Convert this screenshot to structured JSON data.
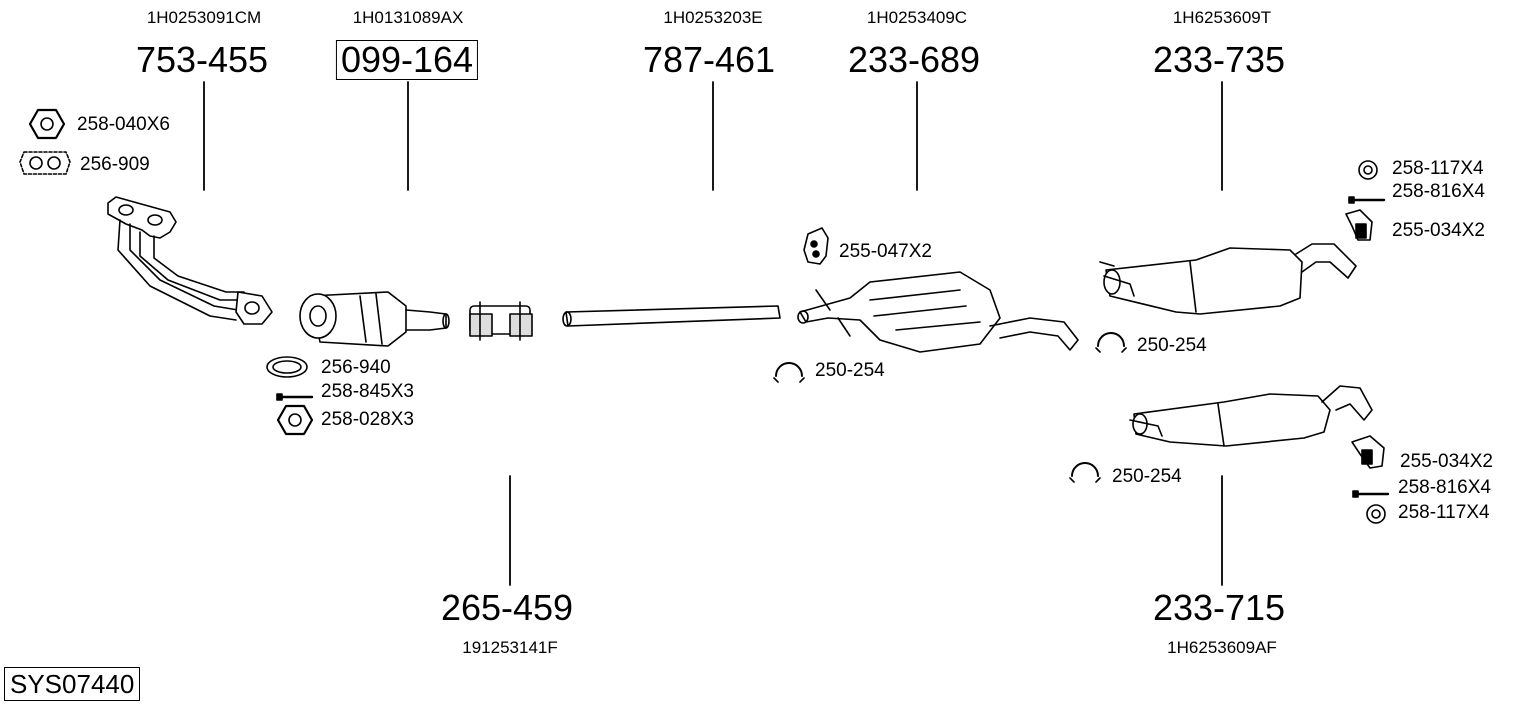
{
  "system_code": "SYS07440",
  "main_parts": [
    {
      "number": "753-455",
      "oem": "1H0253091CM",
      "boxed": false
    },
    {
      "number": "099-164",
      "oem": "1H0131089AX",
      "boxed": true
    },
    {
      "number": "787-461",
      "oem": "1H0253203E",
      "boxed": false
    },
    {
      "number": "233-689",
      "oem": "1H0253409C",
      "boxed": false
    },
    {
      "number": "233-735",
      "oem": "1H6253609T",
      "boxed": false
    },
    {
      "number": "265-459",
      "oem": "191253141F",
      "boxed": false
    },
    {
      "number": "233-715",
      "oem": "1H6253609AF",
      "boxed": false
    }
  ],
  "accessories": [
    {
      "label": "258-040X6",
      "icon": "hex-nut-icon"
    },
    {
      "label": "256-909",
      "icon": "flange-gasket-icon"
    },
    {
      "label": "256-940",
      "icon": "ring-gasket-icon"
    },
    {
      "label": "258-845X3",
      "icon": "bolt-icon"
    },
    {
      "label": "258-028X3",
      "icon": "hex-nut-icon"
    },
    {
      "label": "255-047X2",
      "icon": "rubber-hanger-icon"
    },
    {
      "label": "250-254",
      "icon": "pipe-clamp-icon"
    },
    {
      "label": "258-117X4",
      "icon": "washer-icon"
    },
    {
      "label": "258-816X4",
      "icon": "bolt-icon"
    },
    {
      "label": "255-034X2",
      "icon": "bracket-icon"
    },
    {
      "label": "250-254",
      "icon": "pipe-clamp-icon"
    },
    {
      "label": "250-254",
      "icon": "pipe-clamp-icon"
    },
    {
      "label": "255-034X2",
      "icon": "bracket-icon"
    },
    {
      "label": "258-816X4",
      "icon": "bolt-icon"
    },
    {
      "label": "258-117X4",
      "icon": "washer-icon"
    }
  ]
}
